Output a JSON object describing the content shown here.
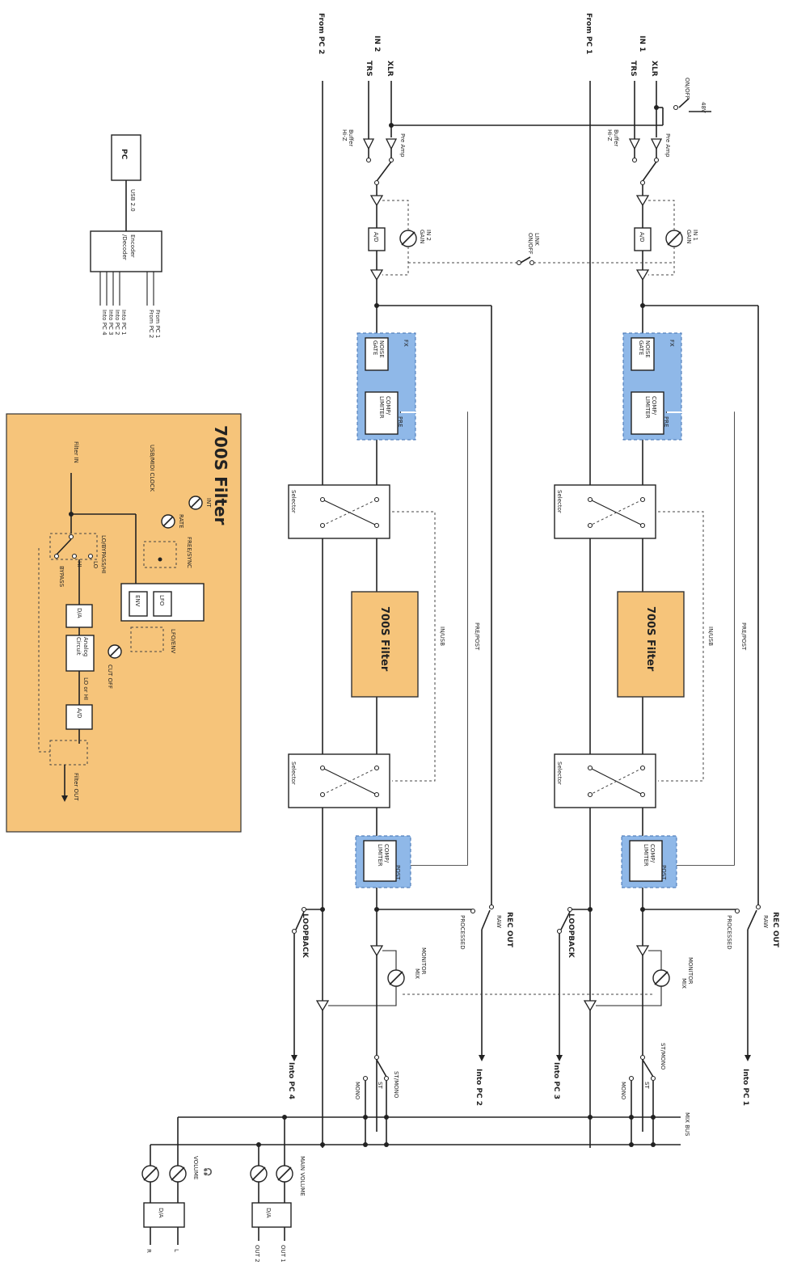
{
  "inputs": {
    "in1": "IN 1",
    "in2": "IN 2",
    "xlr": "XLR",
    "trs": "TRS",
    "from_pc1": "From PC 1",
    "from_pc2": "From PC 2",
    "phantom": "48V",
    "phantom_switch": "ON/OFF",
    "pre_amp": "Pre Amp",
    "buffer": "Buffer",
    "hiz": "Hi-Z"
  },
  "gain": {
    "in1": "IN 1",
    "in2": "IN 2",
    "gain_word": "GAIN",
    "ad": "A/D",
    "link": "LINK",
    "link_switch": "ON/OFF"
  },
  "fx": {
    "title": "FX",
    "noise": "NOISE",
    "gate": "GATE",
    "comp": "COMP/",
    "limiter": "LIMITER",
    "pre": "PRE",
    "post": "POST"
  },
  "routing": {
    "selector": "Selector",
    "filter": "700S Filter",
    "pre_post": "PRE/POST",
    "in_usb": "IN/USB"
  },
  "outputs": {
    "rec_out": "REC OUT",
    "raw": "RAW",
    "processed": "PROCESSED",
    "loopback": "LOOPBACK",
    "monitor": "MONITOR",
    "mix": "MIX",
    "into_pc1": "Into PC 1",
    "into_pc2": "Into PC 2",
    "into_pc3": "Into PC 3",
    "into_pc4": "Into PC 4",
    "st_mono": "ST/MONO",
    "st": "ST",
    "mono": "MONO",
    "mix_bus": "MIX BUS",
    "main_volume": "MAIN VOLUME",
    "volume": "VOLUME",
    "da": "D/A",
    "out1": "OUT 1",
    "out2": "OUT 2",
    "l": "L",
    "r": "R"
  },
  "usb": {
    "pc": "PC",
    "usb": "USB 2.0",
    "encoder": "Encoder",
    "decoder": "/Decoder",
    "from_pc1": "From PC 1",
    "from_pc2": "From PC 2",
    "into_pc1": "Into PC 1",
    "into_pc2": "Into PC 2",
    "into_pc3": "Into PC 3",
    "into_pc4": "Into PC 4"
  },
  "detail": {
    "title": "700S Filter",
    "filter_in": "Filter IN",
    "filter_out": "Filter OUT",
    "int": "INT",
    "rate": "RATE",
    "free_sync": "FREE/SYNC",
    "usb_midi_clock": "USB/MIDI CLOCK",
    "lo_bypass_hi": "LO/BYPASS/HI",
    "lo": "LO",
    "hi": "HI",
    "bypass": "BYPASS",
    "env": "ENV",
    "lfo": "LFO",
    "lfo_env": "LFO/ENV",
    "da": "D/A",
    "analog1": "Analog",
    "analog2": "Circuit",
    "cut_off": "CUT OFF",
    "lo_or_hi": "LO or HI",
    "ad": "A/D"
  },
  "colors": {
    "fx_fill": "#8fb8e8",
    "filter_fill": "#f6c47a"
  }
}
